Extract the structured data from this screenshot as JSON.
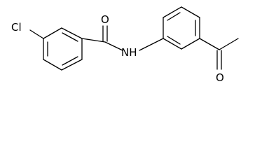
{
  "molecule": {
    "atoms": {
      "chlorine": "Cl",
      "amide_nitrogen": "NH",
      "amide_oxygen": "O",
      "ketone_oxygen": "O"
    },
    "colors": {
      "bond": "#000000",
      "label": "#000000",
      "background": "#ffffff"
    }
  }
}
